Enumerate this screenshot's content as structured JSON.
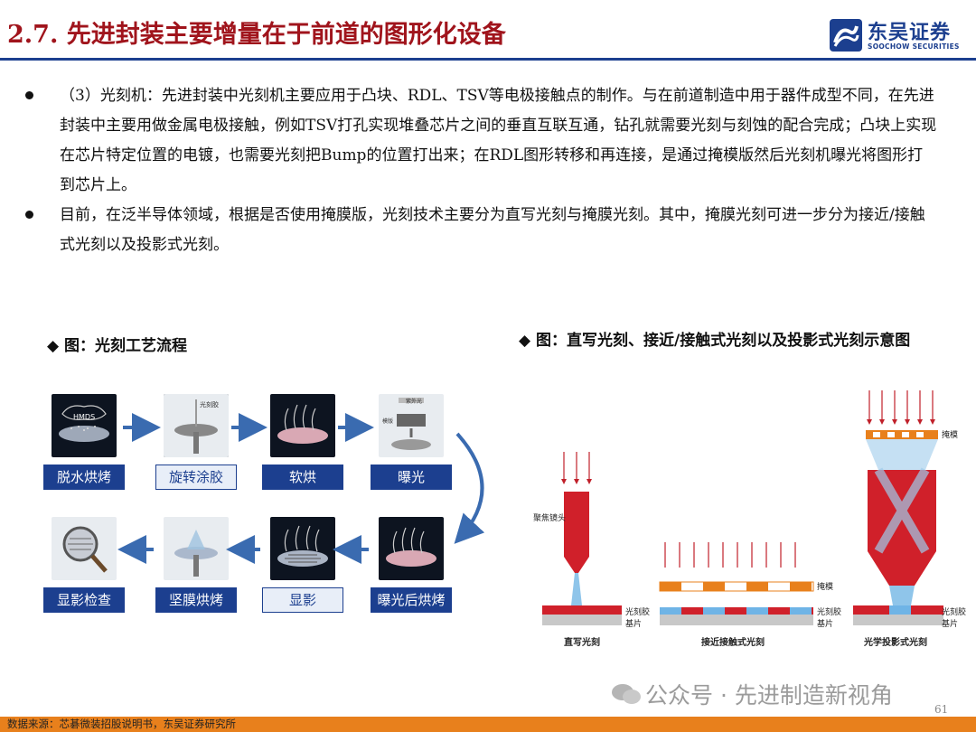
{
  "header": {
    "title": "2.7. 先进封装主要增量在于前道的图形化设备",
    "logo_cn": "东吴证券",
    "logo_en": "SOOCHOW SECURITIES"
  },
  "bullets": [
    "（3）光刻机：先进封装中光刻机主要应用于凸块、RDL、TSV等电极接触点的制作。与在前道制造中用于器件成型不同，在先进封装中主要用做金属电极接触，例如TSV打孔实现堆叠芯片之间的垂直互联互通，钻孔就需要光刻与刻蚀的配合完成；凸块上实现在芯片特定位置的电镀，也需要光刻把Bump的位置打出来；在RDL图形转移和再连接，是通过掩模版然后光刻机曝光将图形打到芯片上。",
    "目前，在泛半导体领域，根据是否使用掩膜版，光刻技术主要分为直写光刻与掩膜光刻。其中，掩膜光刻可进一步分为接近/接触式光刻以及投影式光刻。"
  ],
  "figure1": {
    "caption": "◆ 图：光刻工艺流程",
    "steps": [
      "脱水烘烤",
      "旋转涂胶",
      "软烘",
      "曝光",
      "曝光后烘烤",
      "显影",
      "坚膜烘烤",
      "显影检查"
    ],
    "img_text": {
      "hmds": "HMDS",
      "photoresist": "光刻胶",
      "uv": "紫外光",
      "mask": "模版"
    }
  },
  "figure2": {
    "caption": "◆ 图：直写光刻、接近/接触式光刻以及投影式光刻示意图",
    "labels": {
      "focus_lens": "聚焦镜头",
      "photoresist": "光刻胶",
      "substrate": "基片",
      "mask": "掩模",
      "direct": "直写光刻",
      "proximity": "接近接触式光刻",
      "projection": "光学投影式光刻"
    }
  },
  "footer": {
    "source": "数据来源：芯碁微装招股说明书，东吴证券研究所",
    "page": "61",
    "watermark": "公众号 · 先进制造新视角"
  },
  "colors": {
    "title_red": "#a0141c",
    "brand_blue": "#1c3f8f",
    "footer_orange": "#e8801c"
  }
}
